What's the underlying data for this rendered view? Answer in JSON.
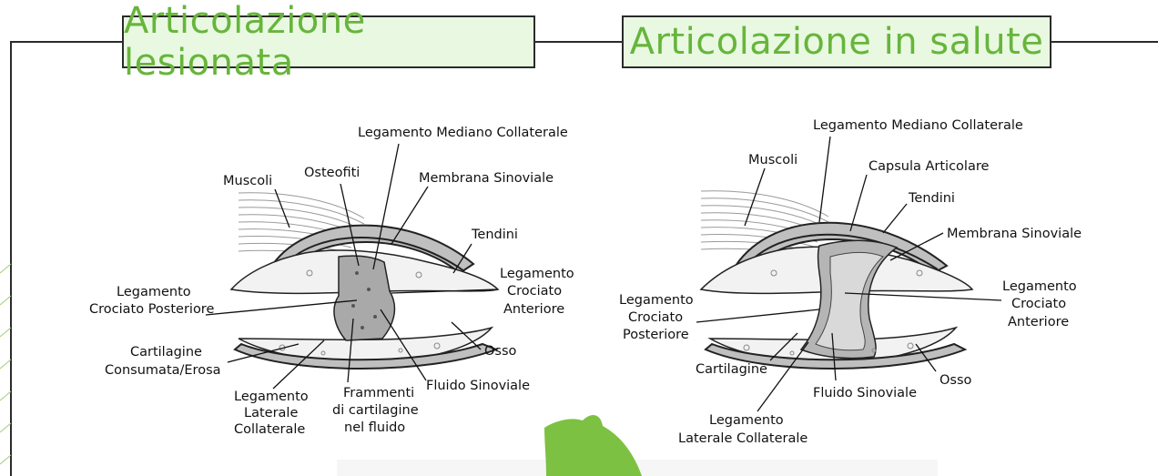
{
  "titles": {
    "left": "Articolazione lesionata",
    "right": "Articolazione in salute"
  },
  "colors": {
    "title_text": "#67b53c",
    "title_bg": "#e9f9e1",
    "accent_green": "#7dc142",
    "frame": "#2b2b2b"
  },
  "left_diagram": {
    "labels": {
      "legamento_mediano": "Legamento Mediano Collaterale",
      "muscoli": "Muscoli",
      "osteofiti": "Osteofiti",
      "membrana": "Membrana Sinoviale",
      "tendini": "Tendini",
      "crociato_post_1": "Legamento",
      "crociato_post_2": "Crociato Posteriore",
      "crociato_ant_1": "Legamento",
      "crociato_ant_2": "Crociato",
      "crociato_ant_3": "Anteriore",
      "cartilagine_1": "Cartilagine",
      "cartilagine_2": "Consumata/Erosa",
      "osso": "Osso",
      "fluido": "Fluido Sinoviale",
      "laterale_1": "Legamento",
      "laterale_2": "Laterale",
      "laterale_3": "Collaterale",
      "frammenti_1": "Frammenti",
      "frammenti_2": "di cartilagine",
      "frammenti_3": "nel fluido"
    }
  },
  "right_diagram": {
    "labels": {
      "legamento_mediano": "Legamento Mediano Collaterale",
      "muscoli": "Muscoli",
      "capsula": "Capsula Articolare",
      "tendini": "Tendini",
      "membrana": "Membrana Sinoviale",
      "crociato_ant_1": "Legamento",
      "crociato_ant_2": "Crociato",
      "crociato_ant_3": "Anteriore",
      "crociato_post_1": "Legamento",
      "crociato_post_2": "Crociato",
      "crociato_post_3": "Posteriore",
      "cartilagine": "Cartilagine",
      "fluido": "Fluido Sinoviale",
      "osso": "Osso",
      "laterale_1": "Legamento",
      "laterale_2": "Laterale Collaterale"
    }
  }
}
